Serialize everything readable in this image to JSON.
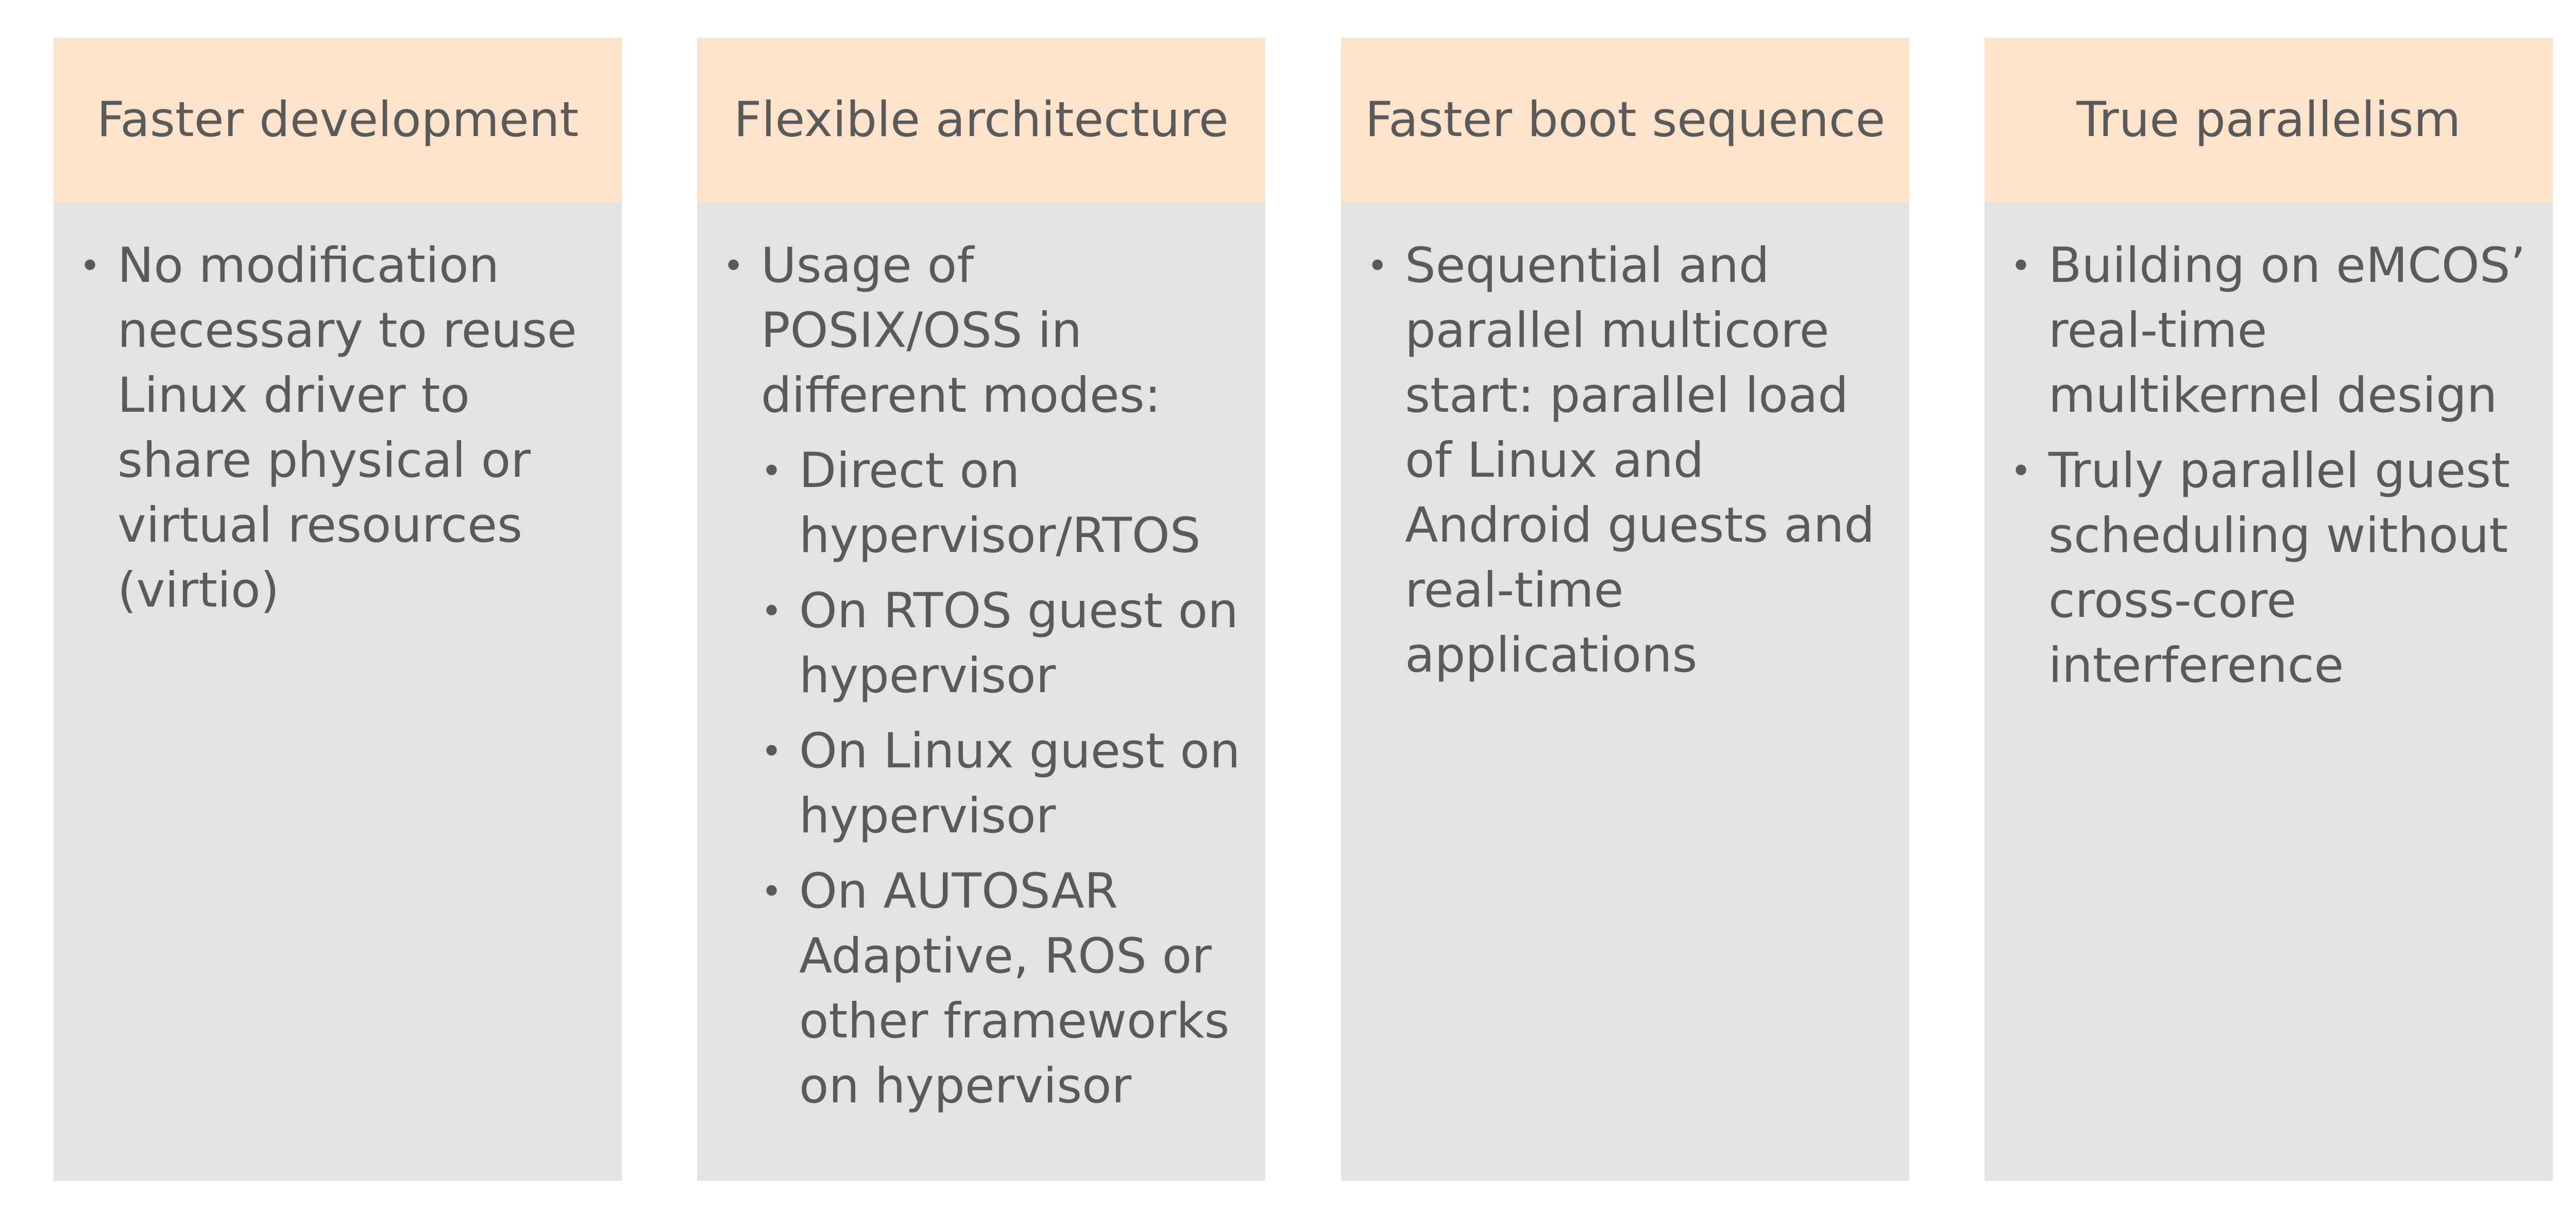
{
  "columns": [
    {
      "title": "Faster development",
      "items": [
        {
          "text": "No modification necessary to reuse Linux driver to share physical or virtual resources (virtio)",
          "subitems": []
        }
      ]
    },
    {
      "title": "Flexible architecture",
      "items": [
        {
          "text": "Usage of POSIX/OSS in different modes:",
          "subitems": [
            "Direct on hypervisor/RTOS",
            "On RTOS guest on hypervisor",
            "On Linux guest on hypervisor",
            "On AUTOSAR Adaptive, ROS or other frameworks on hypervisor"
          ]
        }
      ]
    },
    {
      "title": "Faster boot sequence",
      "items": [
        {
          "text": "Sequential and parallel multicore start: parallel load of Linux and Android guests and real-time applications",
          "subitems": []
        }
      ]
    },
    {
      "title": "True parallelism",
      "items": [
        {
          "text": "Building on eMCOS’ real-time multikernel design",
          "subitems": []
        },
        {
          "text": "Truly parallel guest scheduling without cross-core interference",
          "subitems": []
        }
      ]
    }
  ],
  "bullet_glyph": "•",
  "colors": {
    "header_bg": "#fde3cb",
    "body_bg": "#e3e3e3",
    "text": "#5a5a5a"
  }
}
